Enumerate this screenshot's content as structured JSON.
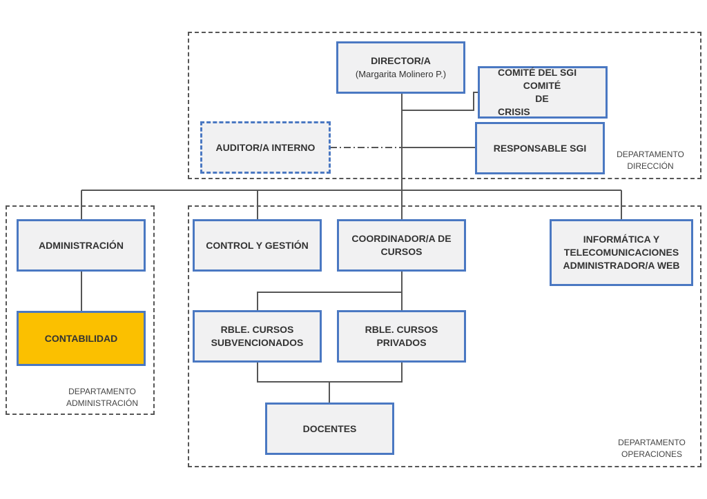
{
  "departments": {
    "direccion": {
      "line1": "DEPARTAMENTO",
      "line2": "DIRECCIÓN"
    },
    "administracion": {
      "line1": "DEPARTAMENTO",
      "line2": "ADMINISTRACIÓN"
    },
    "operaciones": {
      "line1": "DEPARTAMENTO",
      "line2": "OPERACIONES"
    }
  },
  "nodes": {
    "director": {
      "title": "DIRECTOR/A",
      "subtitle": "(Margarita Molinero P.)"
    },
    "comite": {
      "line1": "COMITÉ DEL SGI",
      "line2": "COMITÉ DE",
      "line3": "CRISIS"
    },
    "auditor": {
      "title": "AUDITOR/A INTERNO"
    },
    "responsable_sgi": {
      "title": "RESPONSABLE SGI"
    },
    "administracion": {
      "title": "ADMINISTRACIÓN"
    },
    "contabilidad": {
      "title": "CONTABILIDAD"
    },
    "control_gestion": {
      "title": "CONTROL Y GESTIÓN"
    },
    "coordinador": {
      "line1": "COORDINADOR/A DE",
      "line2": "CURSOS"
    },
    "informatica": {
      "line1": "INFORMÁTICA Y",
      "line2": "TELECOMUNICACIONES",
      "line3": "ADMINISTRADOR/A WEB"
    },
    "rble_subvencionados": {
      "line1": "RBLE. CURSOS",
      "line2": "SUBVENCIONADOS"
    },
    "rble_privados": {
      "line1": "RBLE. CURSOS",
      "line2": "PRIVADOS"
    },
    "docentes": {
      "title": "DOCENTES"
    }
  },
  "colors": {
    "box_border": "#4a78c2",
    "box_fill": "#f1f1f2",
    "accent_fill": "#fbc000",
    "connector": "#555555"
  }
}
